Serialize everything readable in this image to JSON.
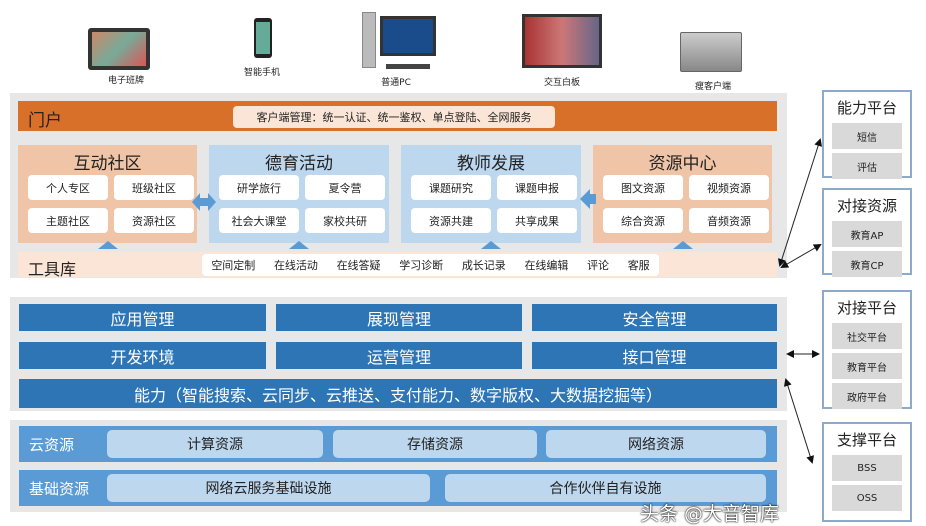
{
  "devices": [
    {
      "label": "电子班牌",
      "icon": "tablet-icon"
    },
    {
      "label": "智能手机",
      "icon": "smartphone-icon"
    },
    {
      "label": "普通PC",
      "icon": "desktop-pc-icon"
    },
    {
      "label": "交互白板",
      "icon": "whiteboard-icon"
    },
    {
      "label": "瘦客户端",
      "icon": "thin-client-icon"
    }
  ],
  "portal": {
    "title": "门户",
    "desc": "客户端管理：统一认证、统一鉴权、单点登陆、全网服务"
  },
  "modules": [
    {
      "title": "互动社区",
      "items": [
        "个人专区",
        "班级社区",
        "主题社区",
        "资源社区"
      ]
    },
    {
      "title": "德育活动",
      "items": [
        "研学旅行",
        "夏令营",
        "社会大课堂",
        "家校共研"
      ]
    },
    {
      "title": "教师发展",
      "items": [
        "课题研究",
        "课题申报",
        "资源共建",
        "共享成果"
      ]
    },
    {
      "title": "资源中心",
      "items": [
        "图文资源",
        "视频资源",
        "综合资源",
        "音频资源"
      ]
    }
  ],
  "toolbox": {
    "title": "工具库",
    "items": [
      "空间定制",
      "在线活动",
      "在线答疑",
      "学习诊断",
      "成长记录",
      "在线编辑",
      "评论",
      "客服"
    ]
  },
  "management": {
    "row1": [
      "应用管理",
      "展现管理",
      "安全管理"
    ],
    "row2": [
      "开发环境",
      "运营管理",
      "接口管理"
    ],
    "capability": "能力（智能搜索、云同步、云推送、支付能力、数字版权、大数据挖掘等）"
  },
  "resources": {
    "cloud": {
      "title": "云资源",
      "items": [
        "计算资源",
        "存储资源",
        "网络资源"
      ]
    },
    "base": {
      "title": "基础资源",
      "items": [
        "网络云服务基础设施",
        "合作伙伴自有设施"
      ]
    }
  },
  "right": [
    {
      "title": "能力平台",
      "items": [
        "短信",
        "评估"
      ]
    },
    {
      "title": "对接资源",
      "items": [
        "教育AP",
        "教育CP"
      ]
    },
    {
      "title": "对接平台",
      "items": [
        "社交平台",
        "教育平台",
        "政府平台"
      ]
    },
    {
      "title": "支撑平台",
      "items": [
        "BSS",
        "OSS"
      ]
    }
  ],
  "watermark": "头条 @大音智库",
  "colors": {
    "orange": "#d9702a",
    "orange_light": "#f0c4a6",
    "blue_light": "#bdd7ee",
    "blue": "#2e75b6",
    "blue_mid": "#5b9bd5"
  }
}
